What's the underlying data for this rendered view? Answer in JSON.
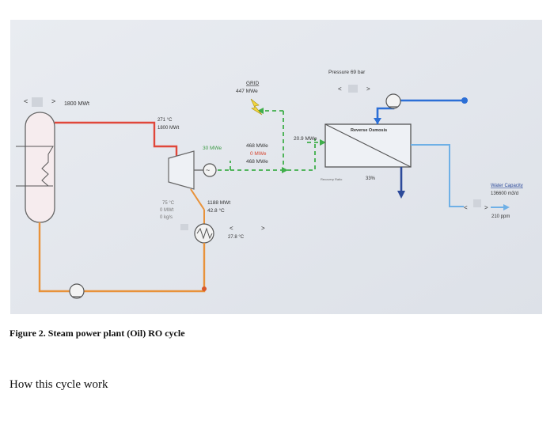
{
  "diagram": {
    "boiler": {
      "nav_left": "<",
      "nav_right": ">",
      "power": "1800 MWt"
    },
    "steam_line": {
      "temperature": "271 °C",
      "power": "1800 MWt"
    },
    "turbine_output": "30 MWe",
    "condensate": {
      "temperature": "75 °C",
      "power": "0 MWt",
      "flow": "0 kg/s"
    },
    "condenser": {
      "power": "1188 MWt",
      "temperature": "42.8 °C",
      "nav_left": "<",
      "nav_right": ">",
      "cooling_temperature": "27.8 °C"
    },
    "grid": {
      "label": "GRID",
      "power": "447 MWe"
    },
    "generator_split": {
      "total": "468 MWe",
      "zero": "0 MWe",
      "net": "468 MWe"
    },
    "ro_input": "20.9 MWe",
    "pressure": {
      "label": "Pressure 69 bar",
      "nav_left": "<",
      "nav_right": ">"
    },
    "ro_unit": {
      "label": "Reverse Osmosis",
      "recovery_label": "Recovery Ratio",
      "recovery_value": "33%"
    },
    "water": {
      "label": "Water Capacity",
      "value": "136600 m3/d",
      "ppm": "210 ppm",
      "nav_left": "<",
      "nav_right": ">"
    }
  },
  "caption": "Figure 2. Steam power plant (Oil) RO cycle",
  "question": "How this cycle work",
  "colors": {
    "steam": "#e0473a",
    "condensate": "#e8923a",
    "grid_line": "#3fae4a",
    "seawater": "#2c6fd6",
    "product_water": "#6fb0e6",
    "brine": "#2c4a9a"
  }
}
